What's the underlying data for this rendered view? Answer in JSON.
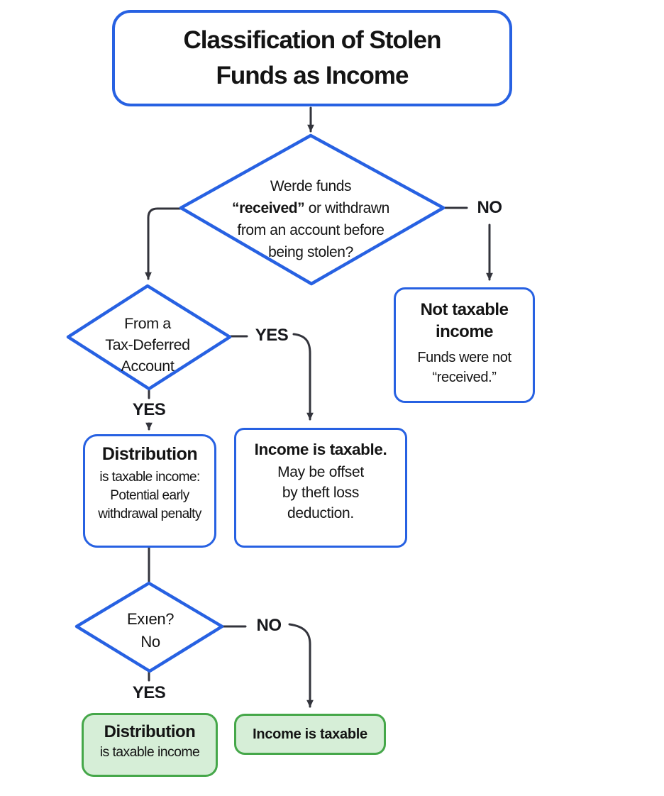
{
  "title": {
    "line1": "Classification of Stolen",
    "line2": "Funds as Income"
  },
  "colors": {
    "node_border_blue": "#2761e2",
    "final_border_green": "#45a749",
    "final_fill_green": "#d6eed7",
    "connector_dark": "#33343c",
    "text_dark": "#141414",
    "background": "#ffffff"
  },
  "diamonds": {
    "received": {
      "line1": "Werde funds",
      "line2_bold": "“received”",
      "line2_rest": " or withdrawn",
      "line3": "from an account before",
      "line4": "being stolen?"
    },
    "tax_deferred": {
      "line1": "From a",
      "line2": "Tax-Deferred",
      "line3": "Account"
    },
    "extent": {
      "line1": "Exıen?",
      "line2": "No"
    }
  },
  "boxes": {
    "not_taxable": {
      "title_line1": "Not taxable",
      "title_line2": "income",
      "body_line1": "Funds were not",
      "body_line2": "“received.”"
    },
    "distribution": {
      "title": "Distribution",
      "body_line1": "is taxable income:",
      "body_line2": "Potential early",
      "body_line3": "withdrawal penalty"
    },
    "income_taxable": {
      "title": "Income is taxable.",
      "body_line1": "May be offset",
      "body_line2": "by theft loss",
      "body_line3": "deduction."
    },
    "distribution_final": {
      "title": "Distribution",
      "body": "is taxable income"
    },
    "income_taxable_final": {
      "title": "Income is taxable"
    }
  },
  "edge_labels": {
    "received_no": "NO",
    "tax_deferred_yes_right": "YES",
    "tax_deferred_yes_down": "YES",
    "extent_no": "NO",
    "extent_yes": "YES"
  }
}
